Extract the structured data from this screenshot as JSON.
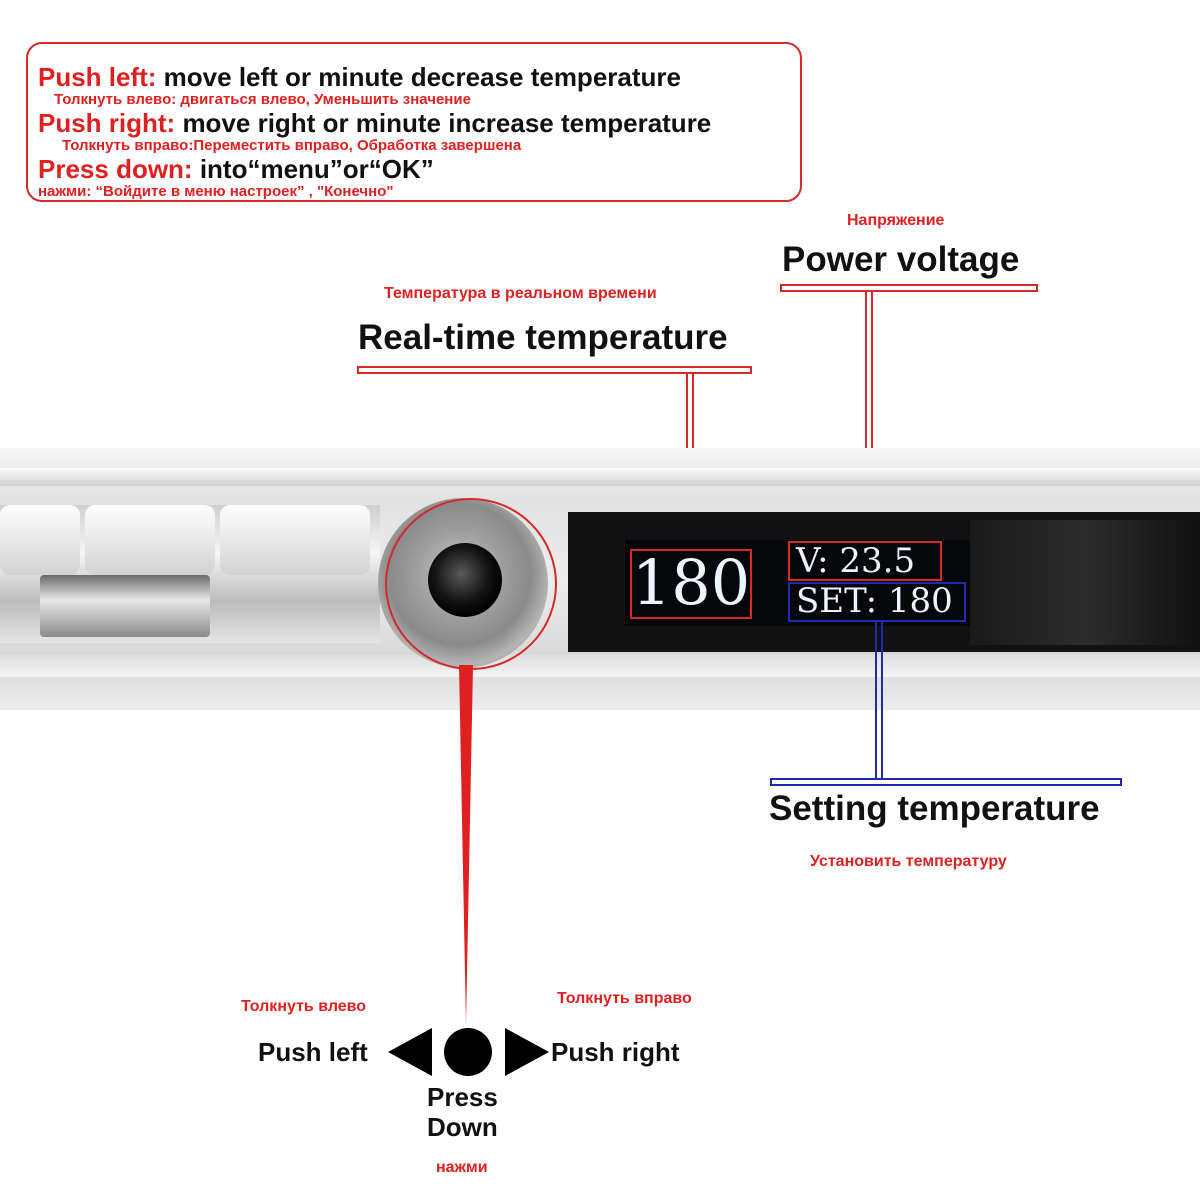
{
  "instructions": {
    "left_key": "Push left:",
    "left_text": " move left or minute decrease temperature",
    "left_ru": "Толкнуть влево: двигаться влево, Уменьшить значение",
    "right_key": "Push right:",
    "right_text": " move right or minute increase temperature",
    "right_ru": "Толкнуть вправо:Переместить вправо, Обработка завершена",
    "down_key": "Press down:",
    "down_text": " into“menu”or“OK”",
    "down_ru": "нажми: “Войдите в меню настроек” , \"Конечно\""
  },
  "labels": {
    "voltage_ru": "Напряжение",
    "voltage_en": "Power voltage",
    "realtime_ru": "Температура в реальном времени",
    "realtime_en": "Real-time temperature",
    "setting_en": "Setting temperature",
    "setting_ru": "Установить температуру"
  },
  "display": {
    "temperature": "180",
    "voltage": "V: 23.5",
    "set": "SET: 180"
  },
  "controls": {
    "left_ru": "Толкнуть влево",
    "left_en": "Push left",
    "right_ru": "Толкнуть вправо",
    "right_en": "Push right",
    "down_en_1": "Press",
    "down_en_2": "Down",
    "down_ru": "нажми"
  },
  "colors": {
    "annotation_red": "#d42a2a",
    "annotation_blue": "#1e2bb0",
    "screen_text": "#eef4ff"
  }
}
